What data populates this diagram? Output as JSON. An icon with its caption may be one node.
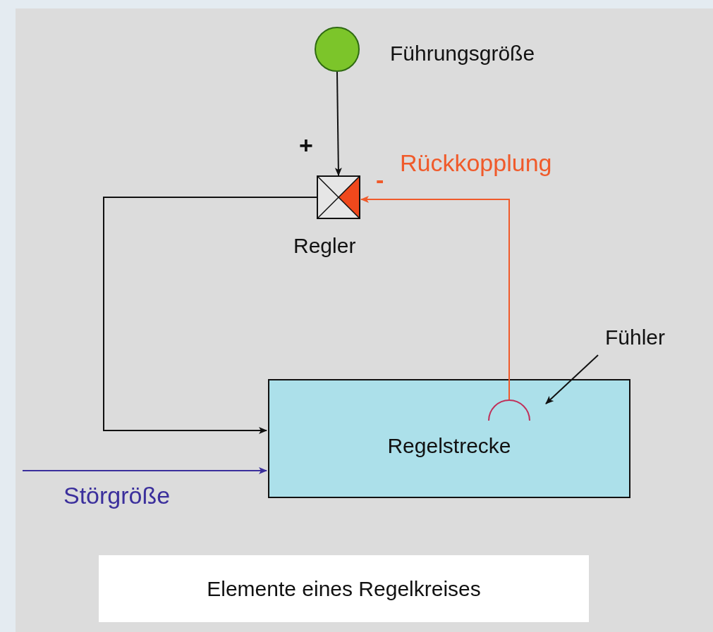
{
  "diagram": {
    "caption": "Elemente eines Regelkreises",
    "nodes": [
      {
        "text": [],
        "shape": "circle",
        "beside": [
          "Führungsgröße"
        ]
      },
      {
        "text": [],
        "shape": "box",
        "beside": [
          "Regler"
        ]
      },
      {
        "text": [
          "Regelstrecke"
        ]
      },
      {
        "text": [],
        "shape": "arc",
        "in": 2
      },
      {
        "text": [
          "Fühler"
        ]
      }
    ],
    "edges": [
      {
        "from": 0,
        "to": 1,
        "arrow": "to"
      },
      {
        "from": 1,
        "to": 2,
        "arrow": "to"
      },
      {
        "from": 3,
        "to": 1,
        "arrow": "to",
        "label": "Rückkopplung",
        "color": "#f05a2a"
      },
      {
        "from": 4,
        "to": 3,
        "arrow": "to"
      },
      {
        "from": null,
        "to": 2,
        "arrow": "to",
        "label": "Störgröße",
        "color": "#3b2f9c"
      }
    ],
    "labels": [
      "+",
      "-"
    ]
  }
}
